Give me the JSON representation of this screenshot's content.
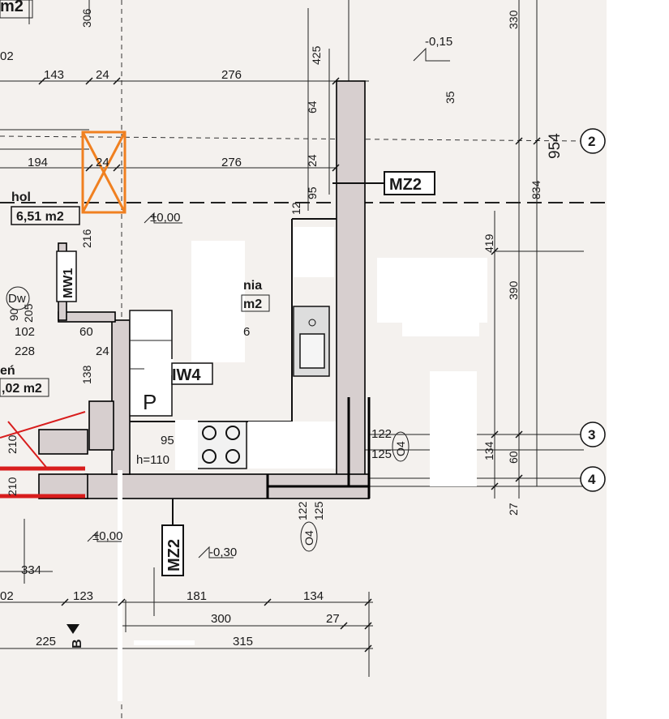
{
  "labels": {
    "room_top_left": "m2",
    "hall_name": "hol",
    "hall_area": "6,51 m2",
    "kitchen_name_fragment": "nia",
    "kitchen_area_fragment": "m2",
    "room_left_name_fragment": "eń",
    "room_left_area": ",02 m2",
    "wall_mw1": "MW1",
    "wall_mw4": "IW4",
    "wall_mz2_right": "MZ2",
    "wall_mz2_bottom": "MZ2",
    "p_mark": "P",
    "dw_mark": "Dw",
    "o4_right": "O4",
    "o4_bottom": "O4",
    "b_mark": "B"
  },
  "levels": {
    "top_right": "-0,15",
    "hall": "±0,00",
    "bottom_left": "±0,00",
    "bottom_mid": "-0,30"
  },
  "axes": {
    "axis_2": "2",
    "axis_3": "3",
    "axis_4": "4"
  },
  "dimensions": {
    "d_306": "306",
    "d_02_top": "02",
    "d_143": "143",
    "d_24_top": "24",
    "d_276_top": "276",
    "d_425": "425",
    "d_330": "330",
    "d_35": "35",
    "d_64": "64",
    "d_194": "194",
    "d_24_mid": "24",
    "d_276_mid": "276",
    "d_24_v": "24",
    "d_95": "95",
    "d_12": "12",
    "d_954": "954",
    "d_834": "834",
    "d_419": "419",
    "d_390": "390",
    "d_216": "216",
    "d_90": "90",
    "d_205": "205",
    "d_102": "102",
    "d_60": "60",
    "d_6": "6",
    "d_228": "228",
    "d_24_left": "24",
    "d_138": "138",
    "d_95_small": "95",
    "d_110": "h=110",
    "d_122_right": "122",
    "d_125_right": "125",
    "d_122_bottom": "122",
    "d_125_bottom": "125",
    "d_134_v": "134",
    "d_60_v": "60",
    "d_27_v": "27",
    "d_210_a": "210",
    "d_210_b": "210",
    "d_334": "334",
    "d_02_bottom": "02",
    "d_123": "123",
    "d_181": "181",
    "d_134_h": "134",
    "d_300": "300",
    "d_27_h": "27",
    "d_225": "225",
    "d_315": "315"
  }
}
